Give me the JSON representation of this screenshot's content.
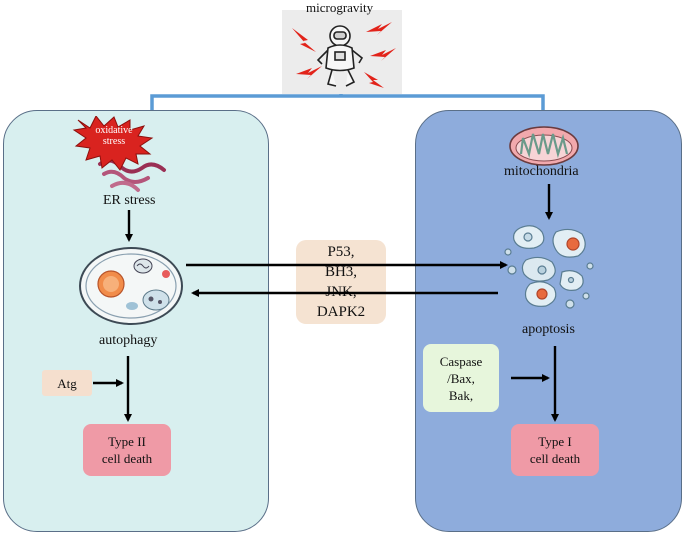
{
  "top": {
    "label": "microgravity"
  },
  "left": {
    "stress_label": "oxidative stress",
    "stress_line1": "oxidative",
    "stress_line2": "stress",
    "er_label": "ER stress",
    "autophagy_label": "autophagy",
    "atg_label": "Atg",
    "death_line1": "Type II",
    "death_line2": "cell death"
  },
  "center": {
    "lines": [
      "P53,",
      "BH3,",
      "JNK,",
      "DAPK2"
    ]
  },
  "right": {
    "mito_label": "mitochondria",
    "apoptosis_label": "apoptosis",
    "caspase_lines": [
      "Caspase",
      "/Bax,",
      "Bak,"
    ],
    "death_line1": "Type I",
    "death_line2": "cell death"
  },
  "colors": {
    "left_panel": "#d8efef",
    "right_panel": "#8eacdc",
    "connector": "#5b9bd5",
    "death_box": "#ef9aa6",
    "center_box": "#f5e3d2",
    "caspase_box": "#e7f6dc",
    "starburst": "#d9231f"
  },
  "icons": [
    "astronaut-icon",
    "lightning-icon",
    "starburst-icon",
    "er-membrane-icon",
    "autophagosome-icon",
    "mitochondrion-icon",
    "apoptotic-cell-icon"
  ]
}
